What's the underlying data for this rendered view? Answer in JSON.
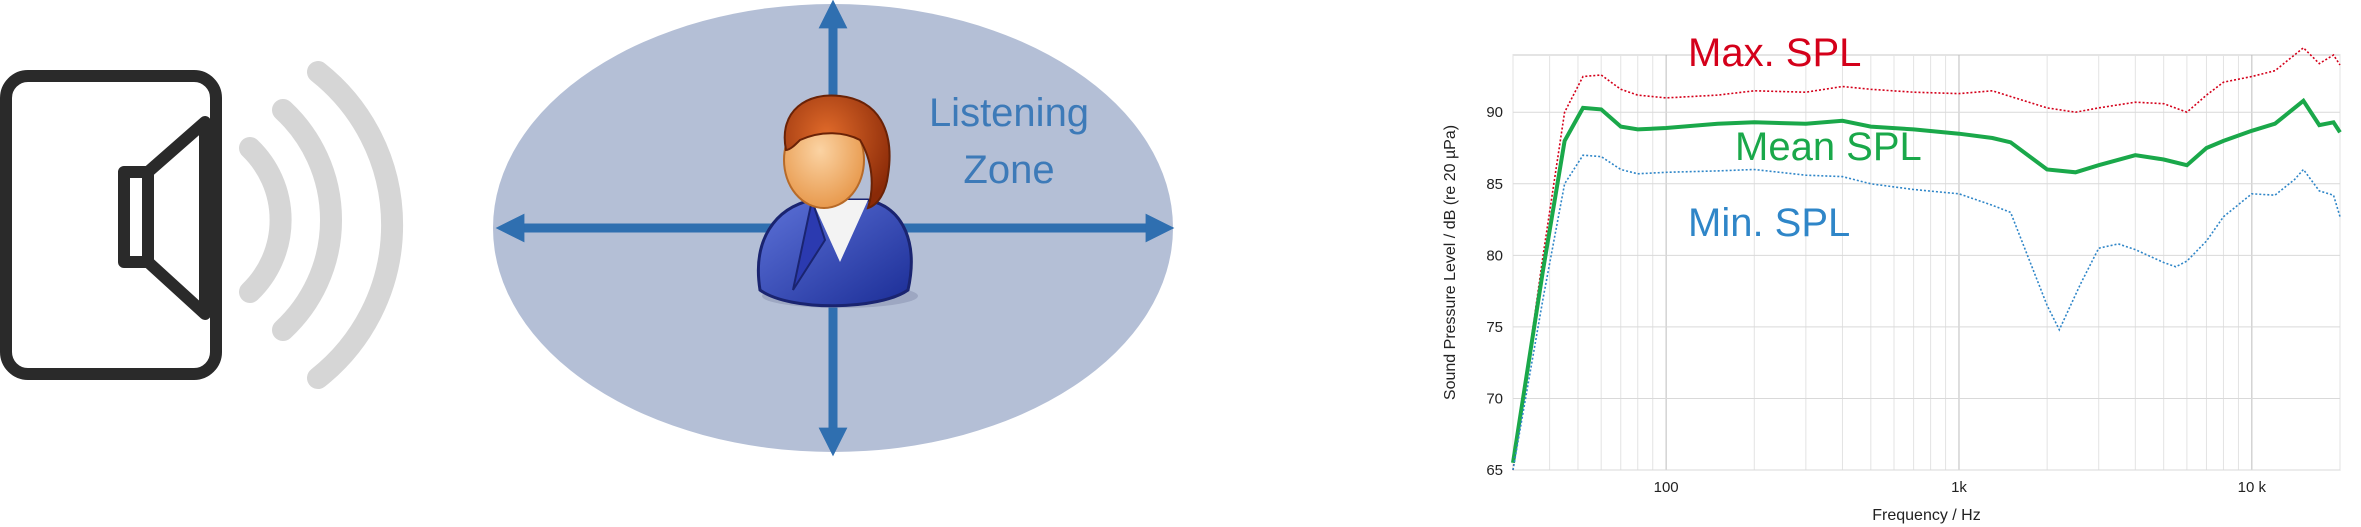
{
  "listening_zone": {
    "line1": "Listening",
    "line2": "Zone"
  },
  "icons": [
    "speaker-icon",
    "sound-waves-icon",
    "listener-person-icon",
    "arrow-up-icon",
    "arrow-down-icon",
    "arrow-left-icon",
    "arrow-right-icon"
  ],
  "colors": {
    "zone_fill": "#b4bfd6",
    "arrow": "#2f6fb0",
    "zone_text": "#3d7ab8",
    "max": "#d4001a",
    "mean": "#1aa84a",
    "min": "#2f86c8"
  },
  "chart_data": {
    "type": "line",
    "x_scale": "log",
    "xlim": [
      30,
      20000
    ],
    "ylim": [
      65,
      94
    ],
    "xlabel": "Frequency  / Hz",
    "ylabel": "Sound Pressure Level / dB (re 20 µPa)",
    "x_tick_labels": [
      {
        "value": 100,
        "label": "100"
      },
      {
        "value": 1000,
        "label": "1k"
      },
      {
        "value": 10000,
        "label": "10 k"
      }
    ],
    "y_ticks": [
      65,
      70,
      75,
      80,
      85,
      90
    ],
    "grid": true,
    "series": [
      {
        "name": "Max. SPL",
        "color": "#d4001a",
        "style": "dotted",
        "points": [
          [
            30,
            65
          ],
          [
            38,
            80
          ],
          [
            45,
            90
          ],
          [
            52,
            92.5
          ],
          [
            60,
            92.6
          ],
          [
            70,
            91.6
          ],
          [
            80,
            91.2
          ],
          [
            100,
            91.0
          ],
          [
            150,
            91.2
          ],
          [
            200,
            91.5
          ],
          [
            300,
            91.4
          ],
          [
            400,
            91.8
          ],
          [
            500,
            91.6
          ],
          [
            700,
            91.4
          ],
          [
            1000,
            91.3
          ],
          [
            1300,
            91.5
          ],
          [
            1500,
            91.1
          ],
          [
            2000,
            90.3
          ],
          [
            2500,
            90.0
          ],
          [
            3000,
            90.3
          ],
          [
            4000,
            90.7
          ],
          [
            5000,
            90.6
          ],
          [
            6000,
            90.0
          ],
          [
            7000,
            91.2
          ],
          [
            8000,
            92.1
          ],
          [
            10000,
            92.5
          ],
          [
            12000,
            92.9
          ],
          [
            15000,
            94.5
          ],
          [
            17000,
            93.4
          ],
          [
            19000,
            94.0
          ],
          [
            20000,
            93.3
          ]
        ]
      },
      {
        "name": "Mean SPL",
        "color": "#1aa84a",
        "style": "solid",
        "points": [
          [
            30,
            65.5
          ],
          [
            38,
            79
          ],
          [
            45,
            88
          ],
          [
            52,
            90.3
          ],
          [
            60,
            90.2
          ],
          [
            70,
            89.0
          ],
          [
            80,
            88.8
          ],
          [
            100,
            88.9
          ],
          [
            150,
            89.2
          ],
          [
            200,
            89.3
          ],
          [
            300,
            89.2
          ],
          [
            400,
            89.4
          ],
          [
            500,
            89.0
          ],
          [
            700,
            88.8
          ],
          [
            1000,
            88.5
          ],
          [
            1300,
            88.2
          ],
          [
            1500,
            87.9
          ],
          [
            2000,
            86.0
          ],
          [
            2500,
            85.8
          ],
          [
            3000,
            86.3
          ],
          [
            4000,
            87.0
          ],
          [
            5000,
            86.7
          ],
          [
            6000,
            86.3
          ],
          [
            7000,
            87.5
          ],
          [
            8000,
            88.0
          ],
          [
            10000,
            88.7
          ],
          [
            12000,
            89.2
          ],
          [
            15000,
            90.8
          ],
          [
            17000,
            89.1
          ],
          [
            19000,
            89.3
          ],
          [
            20000,
            88.6
          ]
        ]
      },
      {
        "name": "Min. SPL",
        "color": "#2f86c8",
        "style": "dotted",
        "points": [
          [
            30,
            65
          ],
          [
            38,
            77
          ],
          [
            45,
            85
          ],
          [
            52,
            87.0
          ],
          [
            60,
            86.9
          ],
          [
            70,
            86.0
          ],
          [
            80,
            85.7
          ],
          [
            100,
            85.8
          ],
          [
            150,
            85.9
          ],
          [
            200,
            86.0
          ],
          [
            300,
            85.6
          ],
          [
            400,
            85.5
          ],
          [
            500,
            85.0
          ],
          [
            700,
            84.6
          ],
          [
            1000,
            84.3
          ],
          [
            1300,
            83.5
          ],
          [
            1500,
            83.0
          ],
          [
            2000,
            76.5
          ],
          [
            2200,
            74.8
          ],
          [
            2600,
            78.0
          ],
          [
            3000,
            80.5
          ],
          [
            3500,
            80.8
          ],
          [
            4000,
            80.4
          ],
          [
            5000,
            79.5
          ],
          [
            5500,
            79.2
          ],
          [
            6000,
            79.6
          ],
          [
            7000,
            81.0
          ],
          [
            8000,
            82.7
          ],
          [
            10000,
            84.3
          ],
          [
            12000,
            84.2
          ],
          [
            14000,
            85.3
          ],
          [
            15000,
            86.0
          ],
          [
            17000,
            84.5
          ],
          [
            19000,
            84.2
          ],
          [
            20000,
            82.7
          ]
        ]
      }
    ]
  }
}
